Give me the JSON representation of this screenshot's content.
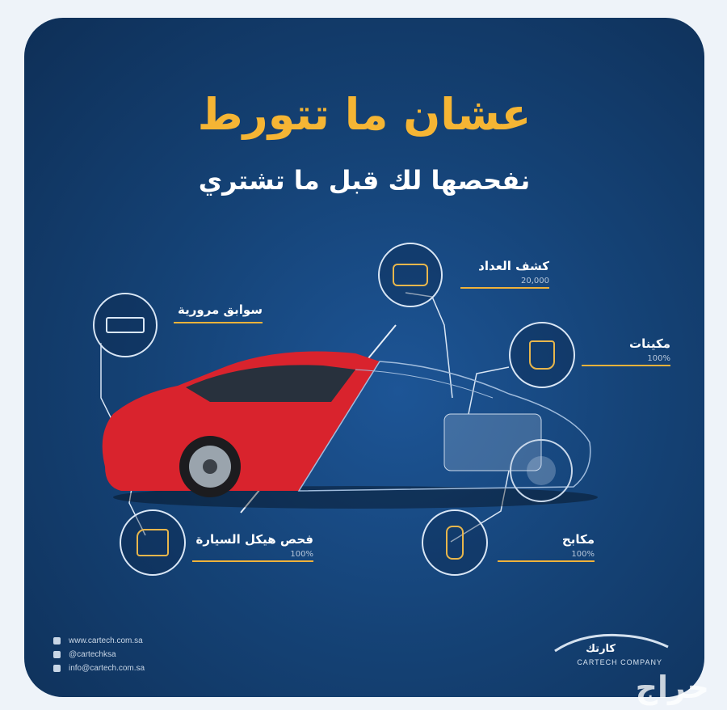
{
  "headline": {
    "title": "عشان ما تتورط",
    "subtitle": "نفحصها لك قبل ما تشتري"
  },
  "callouts": {
    "odometer": {
      "name": "كشف العداد",
      "stat": "20,000"
    },
    "hybrid": {
      "name": "سوابق مرورية",
      "stat": ""
    },
    "engine": {
      "name": "مكينات",
      "stat": "100%"
    },
    "body": {
      "name": "فحص هيكل السيارة",
      "stat": "100%"
    },
    "suspension": {
      "name": "مكابح",
      "stat": "100%"
    }
  },
  "contacts": [
    {
      "icon": "globe-icon",
      "text": "www.cartech.com.sa"
    },
    {
      "icon": "twitter-icon",
      "text": "@cartechksa"
    },
    {
      "icon": "mail-icon",
      "text": "info@cartech.com.sa"
    }
  ],
  "brand": {
    "name_ar": "كارتك",
    "name_en": "CARTECH COMPANY"
  },
  "watermark": "حراج",
  "colors": {
    "background": "#154377",
    "title": "#f5b534",
    "car": "#d9232d",
    "accent_line": "#f0b23a"
  }
}
